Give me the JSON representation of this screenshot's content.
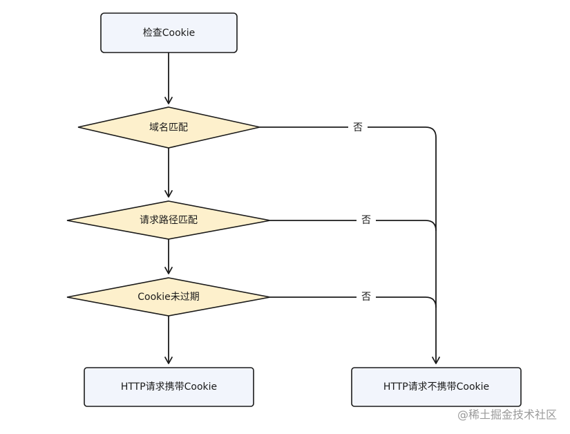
{
  "nodes": {
    "check_cookie": "检查Cookie",
    "domain_match": "域名匹配",
    "path_match": "请求路径匹配",
    "not_expired": "Cookie未过期",
    "send_cookie": "HTTP请求携带Cookie",
    "no_cookie": "HTTP请求不携带Cookie"
  },
  "edges": {
    "no_label_1": "否",
    "no_label_2": "否",
    "no_label_3": "否"
  },
  "watermark": "@稀土掘金技术社区",
  "colors": {
    "rect_fill": "#f2f5fc",
    "diamond_fill": "#fdf0cc",
    "stroke": "#1a1a1a"
  }
}
